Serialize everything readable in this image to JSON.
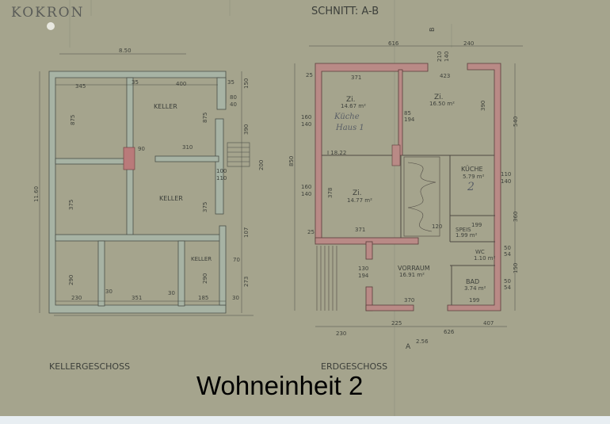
{
  "watermark": "KOKRON",
  "section_label": "SCHNITT: A-B",
  "section_marker": "B",
  "section_marker_bottom": "A",
  "basement": {
    "title": "KELLERGESCHOSS",
    "rooms": [
      "KELLER",
      "KELLER",
      "KELLER"
    ],
    "dimensions": [
      "8.50",
      "345",
      "400",
      "35",
      "35",
      "875",
      "875",
      "90",
      "310",
      "375",
      "375",
      "11.60",
      "290",
      "230",
      "30",
      "351",
      "30",
      "185",
      "290",
      "273",
      "200",
      "100",
      "110",
      "80",
      "40",
      "70",
      "107",
      "150",
      "390",
      "30"
    ]
  },
  "ground_floor": {
    "title": "ERDGESCHOSS",
    "rooms": [
      {
        "name": "Zi.",
        "area": "14.67 m²"
      },
      {
        "name": "Zi.",
        "area": "16.50 m²"
      },
      {
        "name": "Zi.",
        "area": "14.77 m²"
      },
      {
        "name": "KÜCHE",
        "area": "5.79 m²"
      },
      {
        "name": "SPEIS",
        "area": "1.99 m²"
      },
      {
        "name": "WC",
        "area": "1.10 m²"
      },
      {
        "name": "VORRAUM",
        "area": "16.91 m²"
      },
      {
        "name": "BAD",
        "area": "3.74 m²"
      }
    ],
    "handwritten": [
      "Küche",
      "Haus 1",
      "2"
    ],
    "dimensions": [
      "616",
      "240",
      "210",
      "140",
      "371",
      "423",
      "25",
      "25",
      "390",
      "378",
      "160",
      "140",
      "160",
      "140",
      "85",
      "194",
      "371",
      "120",
      "199",
      "110",
      "140",
      "540",
      "360",
      "370",
      "199",
      "225",
      "626",
      "407",
      "230",
      "130",
      "194",
      "50",
      "54",
      "50",
      "54",
      "150",
      "850",
      "2.56",
      "I 18.22"
    ]
  },
  "caption": "Wohneinheit 2"
}
